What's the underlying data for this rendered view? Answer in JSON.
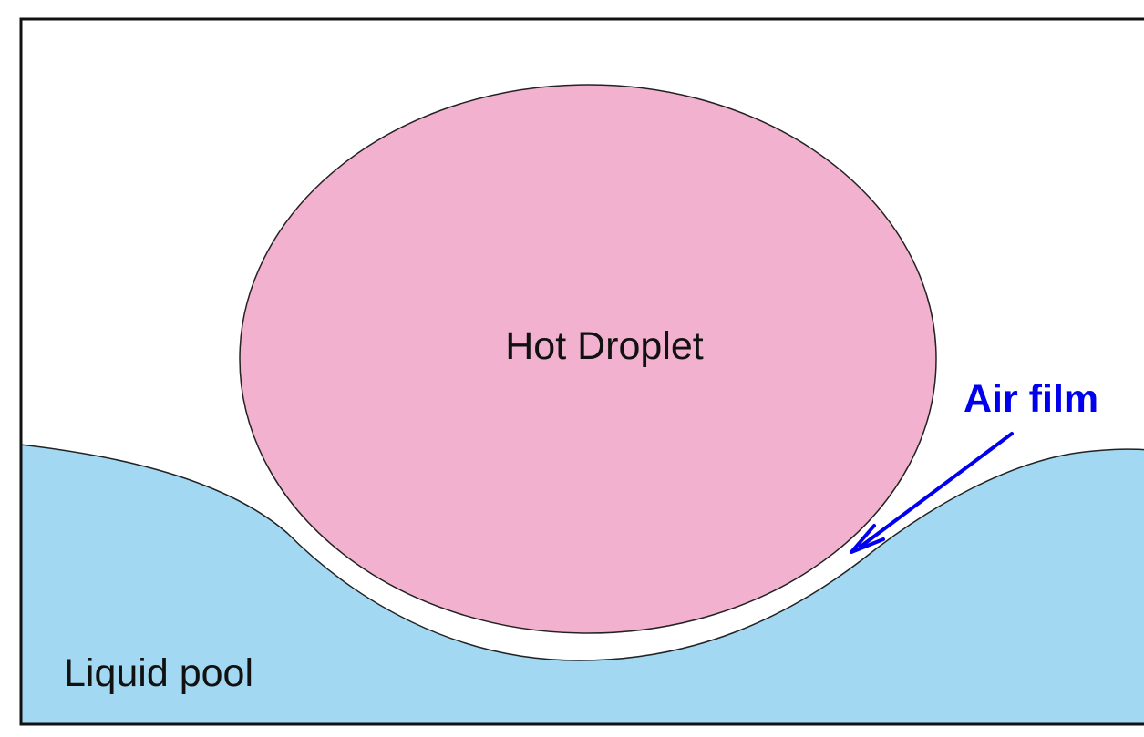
{
  "labels": {
    "droplet": "Hot Droplet",
    "pool": "Liquid pool",
    "film": "Air film"
  },
  "colors": {
    "droplet_fill": "#f2b2cf",
    "pool_fill": "#a2d8f2",
    "outline": "#222222",
    "arrow": "#0000ee",
    "film_label": "#0000ee",
    "frame": "#111111"
  }
}
